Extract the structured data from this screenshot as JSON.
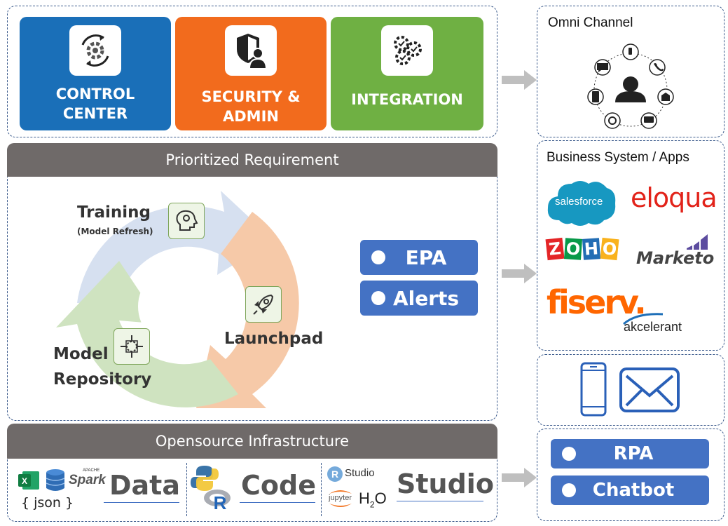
{
  "top_tiles": [
    {
      "label_line1": "CONTROL",
      "label_line2": "CENTER",
      "icon": "gear-cycle-icon",
      "color": "#1a6fb8"
    },
    {
      "label_line1": "SECURITY &",
      "label_line2": "ADMIN",
      "icon": "shield-user-icon",
      "color": "#f26b1d"
    },
    {
      "label_line1": "INTEGRATION",
      "label_line2": "",
      "icon": "gears-icon",
      "color": "#6fb043"
    }
  ],
  "prioritized": {
    "title": "Prioritized Requirement"
  },
  "cycle": {
    "training": "Training",
    "training_sub": "(Model Refresh)",
    "launchpad": "Launchpad",
    "model_line1": "Model",
    "model_line2": "Repository"
  },
  "epa_pills": [
    "EPA",
    "Alerts"
  ],
  "opensource": {
    "title": "Opensource Infrastructure",
    "data": "Data",
    "code": "Code",
    "studio": "Studio",
    "json": "{ json }",
    "spark": "Spark",
    "apache": "APACHE",
    "rstudio": "Studio",
    "jupyter": "jupyter",
    "h2o": "H",
    "h2o_sub": "2",
    "h2o_o": "O"
  },
  "omni": {
    "title": "Omni Channel"
  },
  "business": {
    "title": "Business System / Apps",
    "salesforce": "salesforce",
    "eloqua": "eloqua",
    "zoho": [
      "Z",
      "O",
      "H",
      "O"
    ],
    "marketo": "Marketo",
    "fiserv": "fiserv.",
    "akcelerant": "akcelerant"
  },
  "rpa_pills": [
    "RPA",
    "Chatbot"
  ],
  "colors": {
    "blue": "#1a6fb8",
    "orange": "#f26b1d",
    "green": "#6fb043",
    "pill": "#4472c4",
    "gray": "#6f6a69",
    "border": "#3b5a8c"
  }
}
